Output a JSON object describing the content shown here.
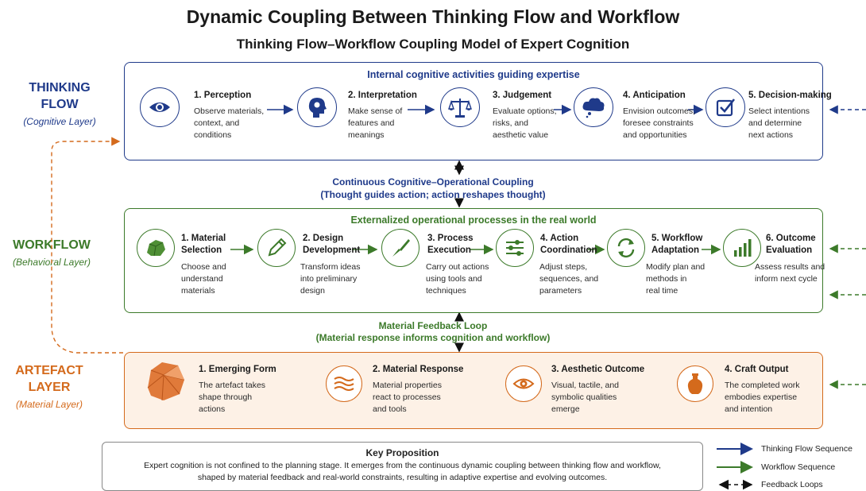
{
  "title": "Dynamic Coupling Between Thinking Flow and Workflow",
  "subtitle": "Thinking Flow–Workflow Coupling Model of Expert Cognition",
  "colors": {
    "blue": "#1f3a8a",
    "green": "#3c7a2a",
    "orange": "#d46a1c"
  },
  "layers": {
    "thinking": {
      "title_line1": "THINKING",
      "title_line2": "FLOW",
      "subtitle": "(Cognitive Layer)"
    },
    "workflow": {
      "title_line1": "WORKFLOW",
      "subtitle": "(Behavioral Layer)"
    },
    "artefact": {
      "title_line1": "ARTEFACT",
      "title_line2": "LAYER",
      "subtitle": "(Material Layer)"
    }
  },
  "thinking_box": {
    "heading": "Internal cognitive activities guiding expertise",
    "steps": [
      {
        "title": "1. Perception",
        "desc": "Observe materials,\ncontext, and\nconditions",
        "icon": "eye-icon"
      },
      {
        "title": "2. Interpretation",
        "desc": "Make sense of\nfeatures and\nmeanings",
        "icon": "head-icon"
      },
      {
        "title": "3. Judgement",
        "desc": "Evaluate options,\nrisks, and\naesthetic value",
        "icon": "scales-icon"
      },
      {
        "title": "4. Anticipation",
        "desc": "Envision outcomes,\nforesee constraints\nand opportunities",
        "icon": "thought-cloud-icon"
      },
      {
        "title": "5. Decision-making",
        "desc": "Select intentions\nand determine\nnext actions",
        "icon": "checkbox-icon"
      }
    ]
  },
  "coupling_label": {
    "line1": "Continuous Cognitive–Operational Coupling",
    "line2": "(Thought guides action; action reshapes thought)"
  },
  "workflow_box": {
    "heading": "Externalized operational processes in the real world",
    "steps": [
      {
        "title": "1. Material\nSelection",
        "desc": "Choose and\nunderstand\nmaterials",
        "icon": "stone-icon"
      },
      {
        "title": "2. Design\nDevelopment",
        "desc": "Transform ideas\ninto preliminary\ndesign",
        "icon": "pencil-icon"
      },
      {
        "title": "3. Process\nExecution",
        "desc": "Carry out actions\nusing tools and\ntechniques",
        "icon": "knife-icon"
      },
      {
        "title": "4. Action\nCoordination",
        "desc": "Adjust steps,\nsequences, and\nparameters",
        "icon": "sliders-icon"
      },
      {
        "title": "5. Workflow\nAdaptation",
        "desc": "Modify plan and\nmethods in\nreal time",
        "icon": "cycle-icon"
      },
      {
        "title": "6. Outcome\nEvaluation",
        "desc": "Assess results and\ninform next cycle",
        "icon": "bar-chart-icon"
      }
    ]
  },
  "feedback_label": {
    "line1": "Material Feedback Loop",
    "line2": "(Material response informs cognition and workflow)"
  },
  "artefact_box": {
    "steps": [
      {
        "title": "1. Emerging Form",
        "desc": "The artefact takes\nshape through\nactions",
        "icon": "rock-icon"
      },
      {
        "title": "2. Material Response",
        "desc": "Material properties\nreact to processes\nand tools",
        "icon": "waves-icon"
      },
      {
        "title": "3. Aesthetic Outcome",
        "desc": "Visual, tactile, and\nsymbolic qualities\nemerge",
        "icon": "eye-icon"
      },
      {
        "title": "4. Craft Output",
        "desc": "The completed work\nembodies expertise\nand intention",
        "icon": "vase-icon"
      }
    ]
  },
  "key": {
    "title": "Key Proposition",
    "line1": "Expert cognition is not confined to the planning stage.  It emerges from the continuous dynamic coupling between thinking flow and workflow,",
    "line2": "shaped by material feedback and real-world constraints, resulting in adaptive expertise and evolving outcomes."
  },
  "legend": [
    {
      "label": "Thinking Flow Sequence",
      "color": "#1f3a8a"
    },
    {
      "label": "Workflow Sequence",
      "color": "#3c7a2a"
    },
    {
      "label": "Feedback Loops",
      "color": "#111111"
    }
  ]
}
